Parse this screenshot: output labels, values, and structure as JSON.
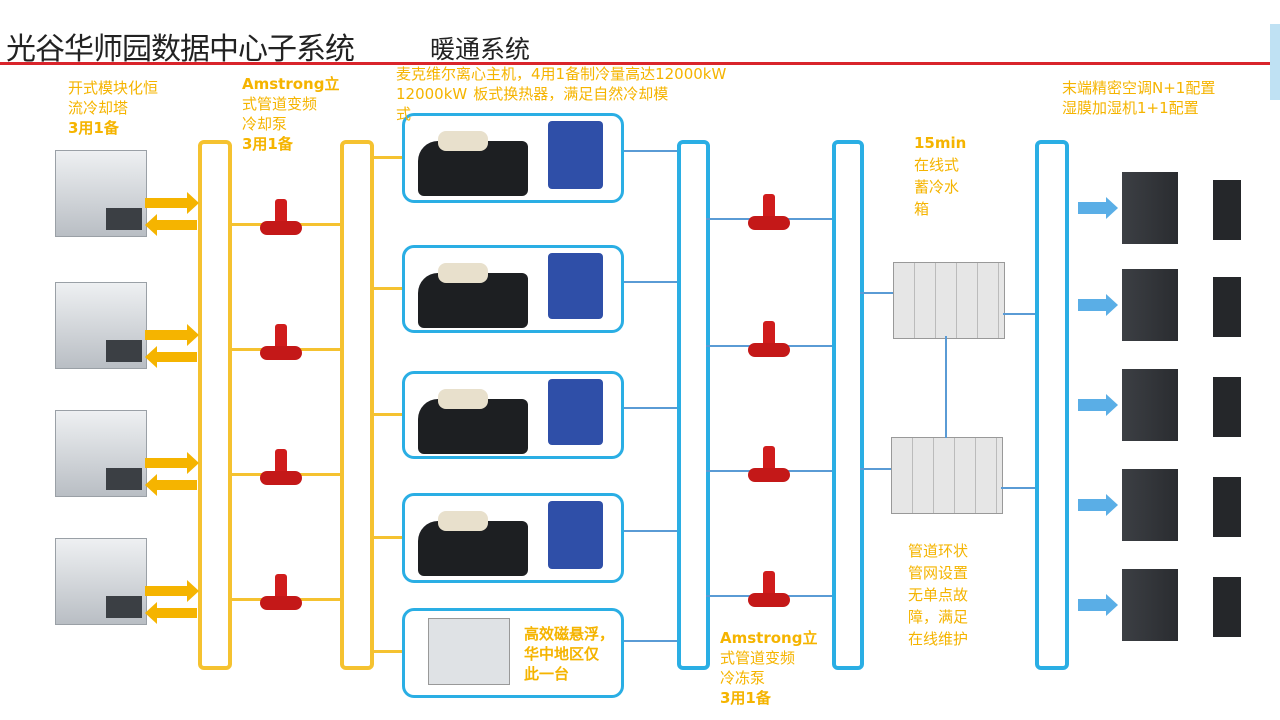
{
  "header": {
    "title": "光谷华师园数据中心子系统",
    "subtitle": "暖通系统"
  },
  "labels": {
    "cooling_tower": [
      "开式模块化恒",
      "流冷却塔",
      "3用1备"
    ],
    "cooling_pump": [
      "Amstrong立",
      "式管道变频",
      "冷却泵",
      "3用1备"
    ],
    "chiller_line1": "麦克维尔离心主机，4用1备制冷量高达12000kW",
    "chiller_line2a": "12000kW",
    "chiller_line2b": "板式换热器，满足自然冷却模",
    "chiller_line3": "式",
    "maglev": [
      "高效磁悬浮，",
      "华中地区仅",
      "此一台"
    ],
    "chilled_pump": [
      "Amstrong立",
      "式管道变频",
      "冷冻泵",
      "3用1备"
    ],
    "storage": [
      "15min",
      "在线式",
      "蓄冷水",
      "箱"
    ],
    "ring": [
      "管道环状",
      "管网设置",
      "无单点故",
      "障，满足",
      "在线维护"
    ],
    "terminal": [
      "末端精密空调N+1配置",
      "湿膜加湿机1+1配置"
    ]
  },
  "colors": {
    "accent_yellow": "#f5b400",
    "pipe_blue": "#2aaee4",
    "title_rule": "#d9242b"
  },
  "counts": {
    "cooling_towers": 4,
    "cooling_pumps": 4,
    "chillers": 4,
    "maglev_chillers": 1,
    "chilled_pumps": 4,
    "tanks": 2,
    "terminal_units": 5
  }
}
